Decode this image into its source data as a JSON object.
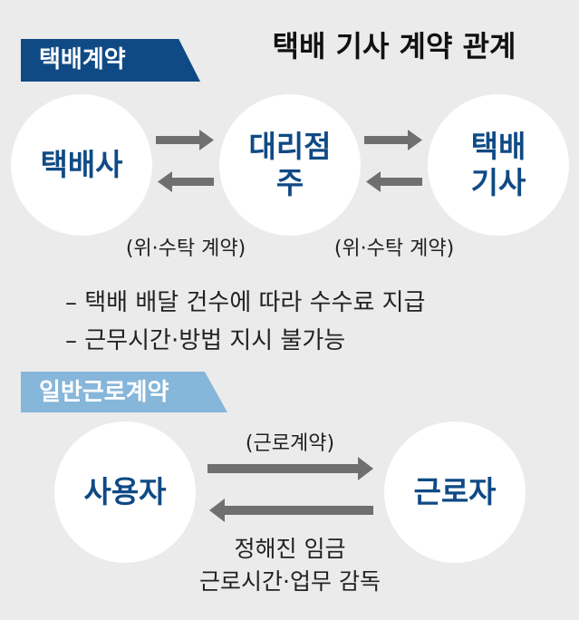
{
  "title": "택배 기사 계약 관계",
  "section1": {
    "tag": "택배계약",
    "nodes": [
      "택배사",
      "대리점\n주",
      "택배\n기사"
    ],
    "contract_labels": [
      "(위·수탁 계약)",
      "(위·수탁 계약)"
    ],
    "bullets": [
      "– 택배 배달 건수에 따라 수수료 지급",
      "– 근무시간·방법 지시 불가능"
    ]
  },
  "section2": {
    "tag": "일반근로계약",
    "nodes": [
      "사용자",
      "근로자"
    ],
    "contract_label": "(근로계약)",
    "notes": [
      "정해진 임금",
      "근로시간·업무 감독"
    ]
  },
  "colors": {
    "navy": "#0f4a85",
    "light_blue": "#86b6da",
    "arrow": "#6f6f6f",
    "background": "#ebebeb"
  }
}
